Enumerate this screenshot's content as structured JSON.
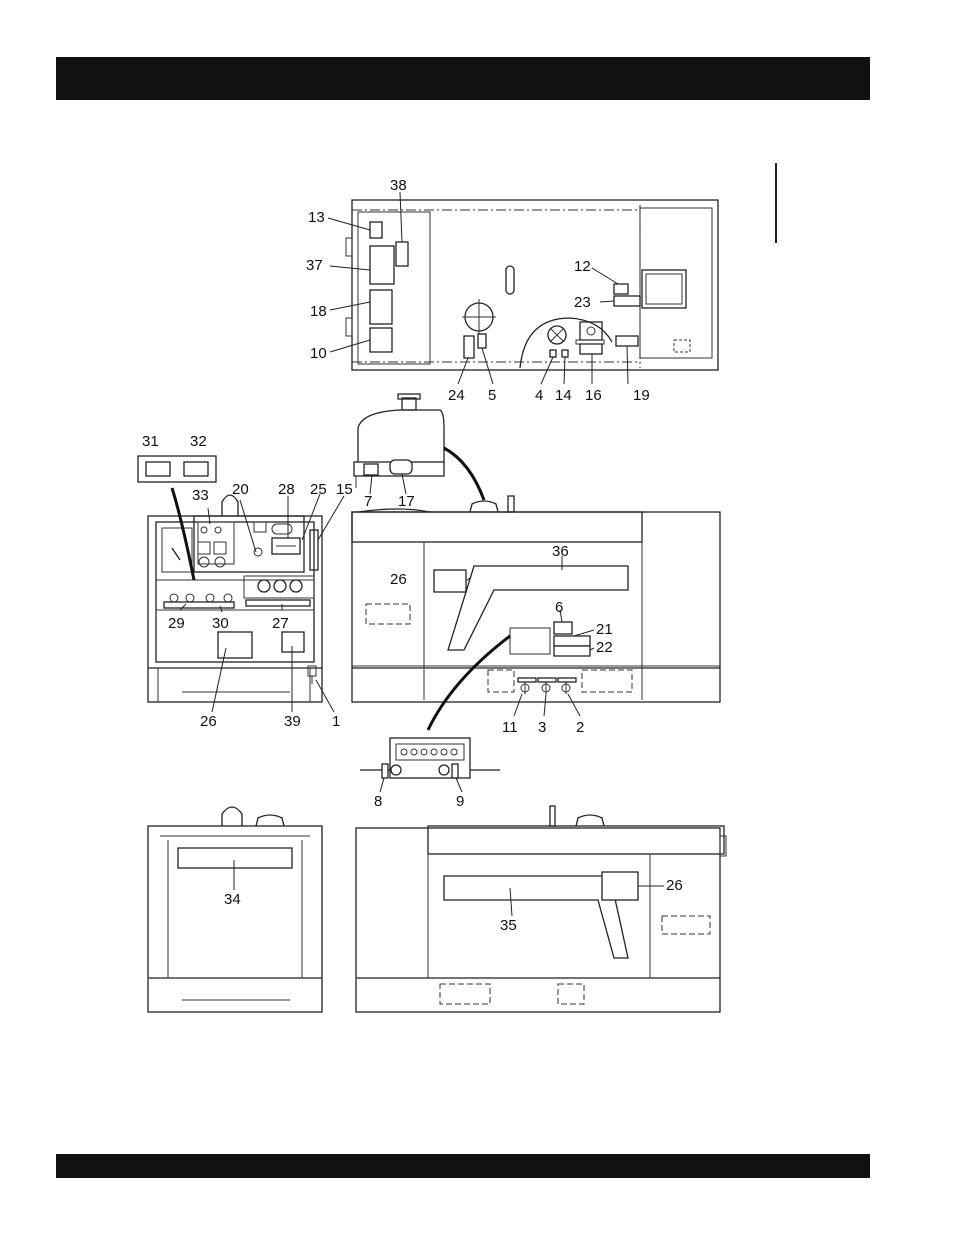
{
  "labels": {
    "l1": "1",
    "l2": "2",
    "l3": "3",
    "l4": "4",
    "l5": "5",
    "l6": "6",
    "l7": "7",
    "l8": "8",
    "l9": "9",
    "l10": "10",
    "l11": "11",
    "l12": "12",
    "l13": "13",
    "l14": "14",
    "l15": "15",
    "l16": "16",
    "l17": "17",
    "l18": "18",
    "l19": "19",
    "l20": "20",
    "l21": "21",
    "l22": "22",
    "l23": "23",
    "l24": "24",
    "l25": "25",
    "l26a": "26",
    "l26b": "26",
    "l26c": "26",
    "l27": "27",
    "l28": "28",
    "l29": "29",
    "l30": "30",
    "l31": "31",
    "l32": "32",
    "l33": "33",
    "l34": "34",
    "l35": "35",
    "l36": "36",
    "l37": "37",
    "l38": "38",
    "l39": "39"
  }
}
